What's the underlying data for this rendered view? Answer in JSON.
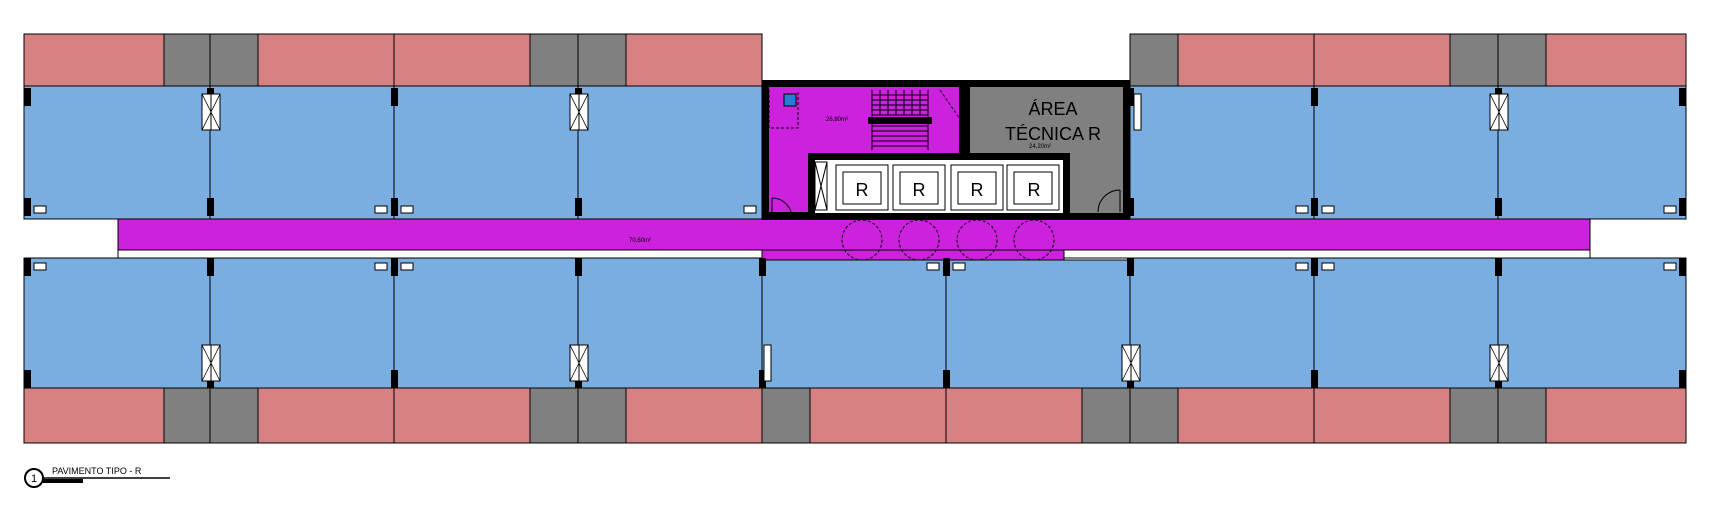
{
  "title_block": {
    "number": "1",
    "title": "PAVIMENTO TIPO - R"
  },
  "areas": {
    "stair_hall_area": "26,80m²",
    "corridor_area": "70,60m²",
    "technical_area": "24,20m²"
  },
  "technical_area_label": [
    "ÁREA",
    "TÉCNICA R"
  ],
  "elevator_label": "R",
  "elevator_count": 4,
  "colors": {
    "office": "#7aaee0",
    "balcony": "#d68282",
    "service": "#808080",
    "circulation": "#cc22dd",
    "wall": "#000000"
  }
}
